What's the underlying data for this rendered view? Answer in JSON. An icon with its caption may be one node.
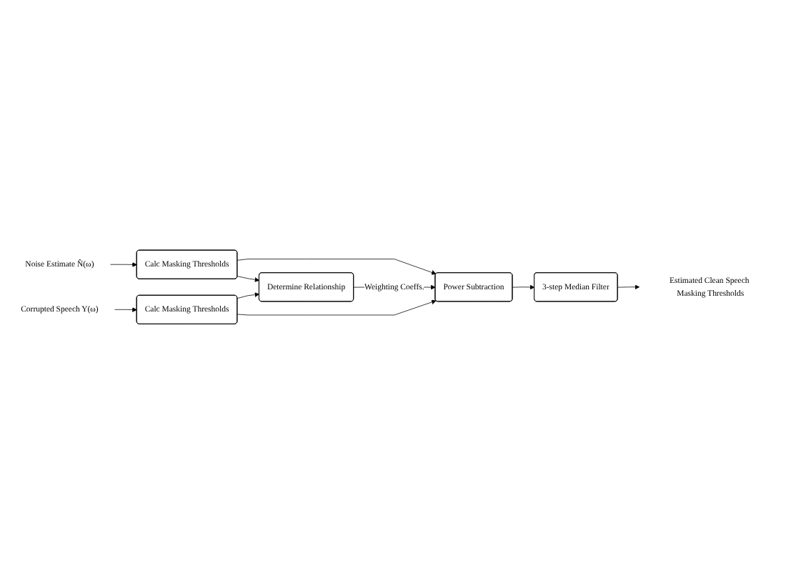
{
  "diagram": {
    "nodes": [
      {
        "text": [
          "Noise Estimate N̂(ω)"
        ]
      },
      {
        "text": [
          "Calc Masking Thresholds"
        ]
      },
      {
        "text": [
          "Determine Relationship"
        ]
      },
      {
        "text": [
          "Power Subtraction"
        ]
      },
      {
        "text": [
          "Corrupted Speech Y(ω)"
        ]
      },
      {
        "text": [
          "Calc Masking Thresholds"
        ]
      },
      {
        "text": [
          "3-step Median Filter"
        ]
      },
      {
        "text": [
          "Estimated Clean Speech Masking Thresholds"
        ]
      }
    ],
    "edges": [
      {
        "from": 0,
        "to": 1,
        "arrow": "to"
      },
      {
        "from": 1,
        "to": 2,
        "arrow": "to"
      },
      {
        "from": 1,
        "to": 3,
        "arrow": "to"
      },
      {
        "from": 2,
        "to": 3,
        "label": "Weighting Coeffs.",
        "arrow": "to"
      },
      {
        "from": 4,
        "to": 5,
        "arrow": "to"
      },
      {
        "from": 5,
        "to": 2,
        "arrow": "to"
      },
      {
        "from": 5,
        "to": 3,
        "arrow": "to"
      },
      {
        "from": 3,
        "to": 6,
        "arrow": "to"
      },
      {
        "from": 6,
        "to": 7,
        "arrow": "to"
      }
    ]
  }
}
